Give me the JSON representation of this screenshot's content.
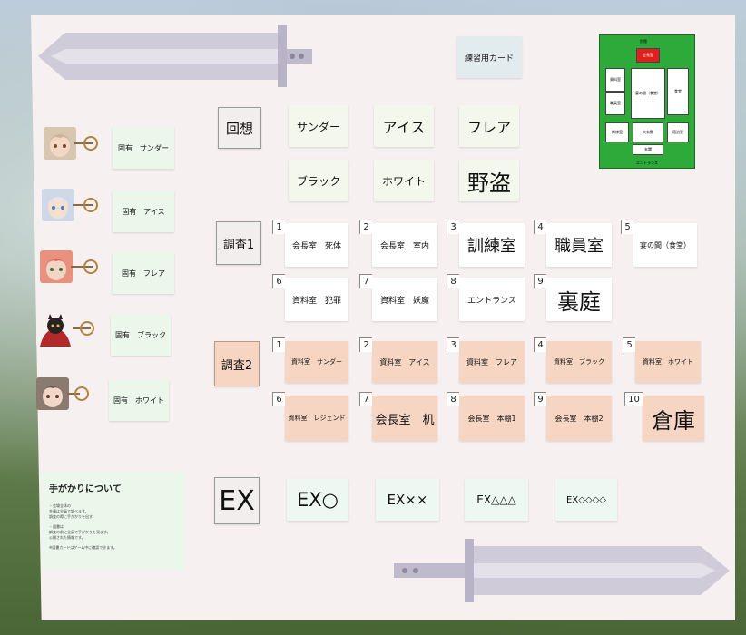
{
  "practice_card": "練習用カード",
  "sections": {
    "kaiso": "回想",
    "chosa1": "調査1",
    "chosa2": "調査2",
    "ex": "EX"
  },
  "kaiso_cards": [
    "サンダー",
    "アイス",
    "フレア",
    "ブラック",
    "ホワイト",
    "野盗"
  ],
  "chosa1_cards": [
    {
      "num": "1",
      "label": "会長室　死体"
    },
    {
      "num": "2",
      "label": "会長室　室内"
    },
    {
      "num": "3",
      "label": "訓練室"
    },
    {
      "num": "4",
      "label": "職員室"
    },
    {
      "num": "5",
      "label": "宴の間（食堂）"
    },
    {
      "num": "6",
      "label": "資料室　犯罪"
    },
    {
      "num": "7",
      "label": "資料室　妖魔"
    },
    {
      "num": "8",
      "label": "エントランス"
    },
    {
      "num": "9",
      "label": "裏庭"
    }
  ],
  "chosa2_cards": [
    {
      "num": "1",
      "label": "資料室　サンダー"
    },
    {
      "num": "2",
      "label": "資料室　アイス"
    },
    {
      "num": "3",
      "label": "資料室　フレア"
    },
    {
      "num": "4",
      "label": "資料室　ブラック"
    },
    {
      "num": "5",
      "label": "資料室　ホワイト"
    },
    {
      "num": "6",
      "label": "資料室　レジェンド"
    },
    {
      "num": "7",
      "label": "会長室　机"
    },
    {
      "num": "8",
      "label": "会長室　本棚1"
    },
    {
      "num": "9",
      "label": "会長室　本棚2"
    },
    {
      "num": "10",
      "label": "倉庫"
    }
  ],
  "ex_cards": [
    "EX○",
    "EX××",
    "EX△△△",
    "EX◇◇◇◇"
  ],
  "characters": [
    {
      "label": "固有　サンダー",
      "hair": "#d8c7b0",
      "skin": "#f3d7c4"
    },
    {
      "label": "固有　アイス",
      "hair": "#cfd8e6",
      "skin": "#f4dfd2"
    },
    {
      "label": "固有　フレア",
      "hair": "#e2675a",
      "skin": "#f4d5c3"
    },
    {
      "label": "固有　ブラック",
      "hair": "#2a2222",
      "skin": "#b02a2a"
    },
    {
      "label": "固有　ホワイト",
      "hair": "#6e5a52",
      "skin": "#f2d6c6"
    }
  ],
  "hint": {
    "title": "手がかりについて",
    "lines": [
      "・会場全体の",
      "金庫は全員で調べます。",
      "調査の際に手がかりを出す。",
      "",
      "・図書は",
      "調査の前に全員で手がかりを見ます。",
      "公開された情報です。",
      "",
      "※図書カードはゲーム中に確認できます。"
    ]
  },
  "map": {
    "rooms": [
      "会長室",
      "資料室",
      "職員室",
      "大広間",
      "食堂",
      "訓練室",
      "大玄関",
      "宿泊室",
      "玄関"
    ],
    "top_label": "別館",
    "center_label": "宴の間（食堂）",
    "bottom_label": "エントランス"
  },
  "colors": {
    "board": "#f6f0f1",
    "green_card": "#f4f7ec",
    "peach_card": "#f6d5c3",
    "mint_card": "#eef8f3",
    "side_card": "#eaf7ea",
    "map_green": "#2eaa3a",
    "map_red": "#e0201e",
    "sword": "#cfcbd8"
  }
}
